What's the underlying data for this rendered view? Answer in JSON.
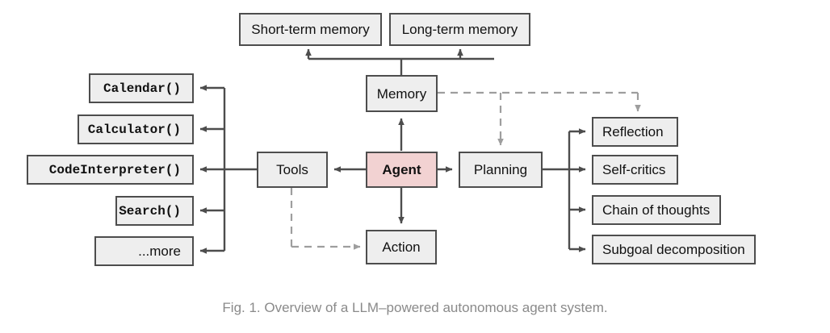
{
  "figure": {
    "caption": "Fig. 1. Overview of a LLM–powered autonomous agent system.",
    "colors": {
      "box_fill": "#eeeeee",
      "box_border": "#4d4d4d",
      "agent_fill": "#f2d2d2",
      "solid_edge": "#4d4d4d",
      "dashed_edge": "#9e9e9e",
      "caption_text": "#8a8a8a",
      "background": "#ffffff"
    }
  },
  "memory_stores": [
    {
      "label": "Short-term memory"
    },
    {
      "label": "Long-term memory"
    }
  ],
  "core": {
    "agent": "Agent",
    "memory": "Memory",
    "tools": "Tools",
    "planning": "Planning",
    "action": "Action"
  },
  "tools": [
    {
      "label": "Calendar()"
    },
    {
      "label": "Calculator()"
    },
    {
      "label": "CodeInterpreter()"
    },
    {
      "label": "Search()"
    },
    {
      "label": "...more"
    }
  ],
  "planning_methods": [
    {
      "label": "Reflection"
    },
    {
      "label": "Self-critics"
    },
    {
      "label": "Chain of thoughts"
    },
    {
      "label": "Subgoal decomposition"
    }
  ],
  "edges": {
    "solid": [
      "Memory to Short-term memory",
      "Memory to Long-term memory",
      "Agent to Memory",
      "Agent to Tools",
      "Agent to Planning",
      "Agent to Action",
      "Tools to Calendar()",
      "Tools to Calculator()",
      "Tools to CodeInterpreter()",
      "Tools to Search()",
      "Tools to ...more",
      "Planning to Reflection",
      "Planning to Self-critics",
      "Planning to Chain of thoughts",
      "Planning to Subgoal decomposition"
    ],
    "dashed": [
      "Memory to Planning",
      "Memory to Reflection",
      "Tools to Action"
    ]
  }
}
